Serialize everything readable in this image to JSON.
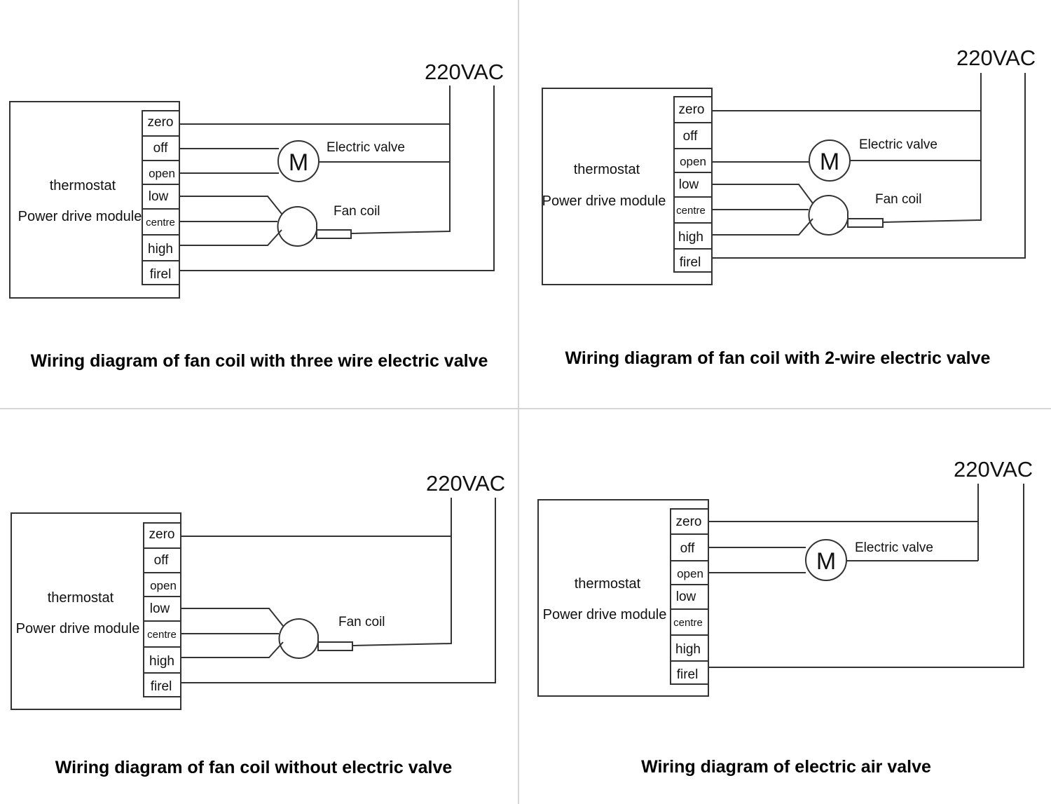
{
  "diagrams": [
    {
      "caption": "Wiring diagram of fan coil with three wire electric valve",
      "supply": "220VAC",
      "module_lines": [
        "thermostat",
        "Power drive module"
      ],
      "terminals": [
        "zero",
        "off",
        "open",
        "low",
        "centre",
        "high",
        "firel"
      ],
      "valve_label": "Electric valve",
      "motor_symbol": "M",
      "fan_label": "Fan coil"
    },
    {
      "caption": "Wiring diagram of fan coil with 2-wire electric valve",
      "supply": "220VAC",
      "module_lines": [
        "thermostat",
        "Power drive module"
      ],
      "terminals": [
        "zero",
        "off",
        "open",
        "low",
        "centre",
        "high",
        "firel"
      ],
      "valve_label": "Electric valve",
      "motor_symbol": "M",
      "fan_label": "Fan coil"
    },
    {
      "caption": "Wiring diagram of fan coil without electric valve",
      "supply": "220VAC",
      "module_lines": [
        "thermostat",
        "Power drive module"
      ],
      "terminals": [
        "zero",
        "off",
        "open",
        "low",
        "centre",
        "high",
        "firel"
      ],
      "fan_label": "Fan coil"
    },
    {
      "caption": "Wiring diagram of electric air valve",
      "supply": "220VAC",
      "module_lines": [
        "thermostat",
        "Power drive module"
      ],
      "terminals": [
        "zero",
        "off",
        "open",
        "low",
        "centre",
        "high",
        "firel"
      ],
      "valve_label": "Electric valve",
      "motor_symbol": "M"
    }
  ]
}
